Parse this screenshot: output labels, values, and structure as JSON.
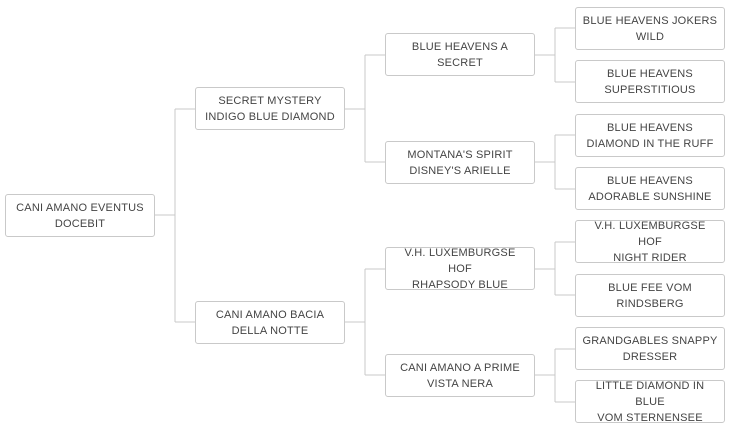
{
  "pedigree": {
    "subject": {
      "line1": "CANI AMANO EVENTUS",
      "line2": "DOCEBIT"
    },
    "sire": {
      "line1": "SECRET MYSTERY",
      "line2": "INDIGO BLUE DIAMOND"
    },
    "dam": {
      "line1": "CANI AMANO BACIA",
      "line2": "DELLA NOTTE"
    },
    "sire_sire": {
      "line1": "BLUE HEAVENS A",
      "line2": "SECRET"
    },
    "sire_dam": {
      "line1": "MONTANA'S SPIRIT",
      "line2": "DISNEY'S ARIELLE"
    },
    "dam_sire": {
      "line1": "V.H. LUXEMBURGSE HOF",
      "line2": "RHAPSODY BLUE"
    },
    "dam_dam": {
      "line1": "CANI AMANO A PRIME",
      "line2": "VISTA NERA"
    },
    "ss_sire": {
      "line1": "BLUE HEAVENS JOKERS",
      "line2": "WILD"
    },
    "ss_dam": {
      "line1": "BLUE HEAVENS",
      "line2": "SUPERSTITIOUS"
    },
    "sd_sire": {
      "line1": "BLUE HEAVENS",
      "line2": "DIAMOND IN THE RUFF"
    },
    "sd_dam": {
      "line1": "BLUE HEAVENS",
      "line2": "ADORABLE SUNSHINE"
    },
    "ds_sire": {
      "line1": "V.H. LUXEMBURGSE HOF",
      "line2": "NIGHT RIDER"
    },
    "ds_dam": {
      "line1": "BLUE FEE VOM",
      "line2": "RINDSBERG"
    },
    "dd_sire": {
      "line1": "GRANDGABLES SNAPPY",
      "line2": "DRESSER"
    },
    "dd_dam": {
      "line1": "LITTLE DIAMOND IN BLUE",
      "line2": "VOM STERNENSEE"
    }
  },
  "colors": {
    "border": "#c9c9c9",
    "text": "#444444",
    "background": "#ffffff"
  }
}
